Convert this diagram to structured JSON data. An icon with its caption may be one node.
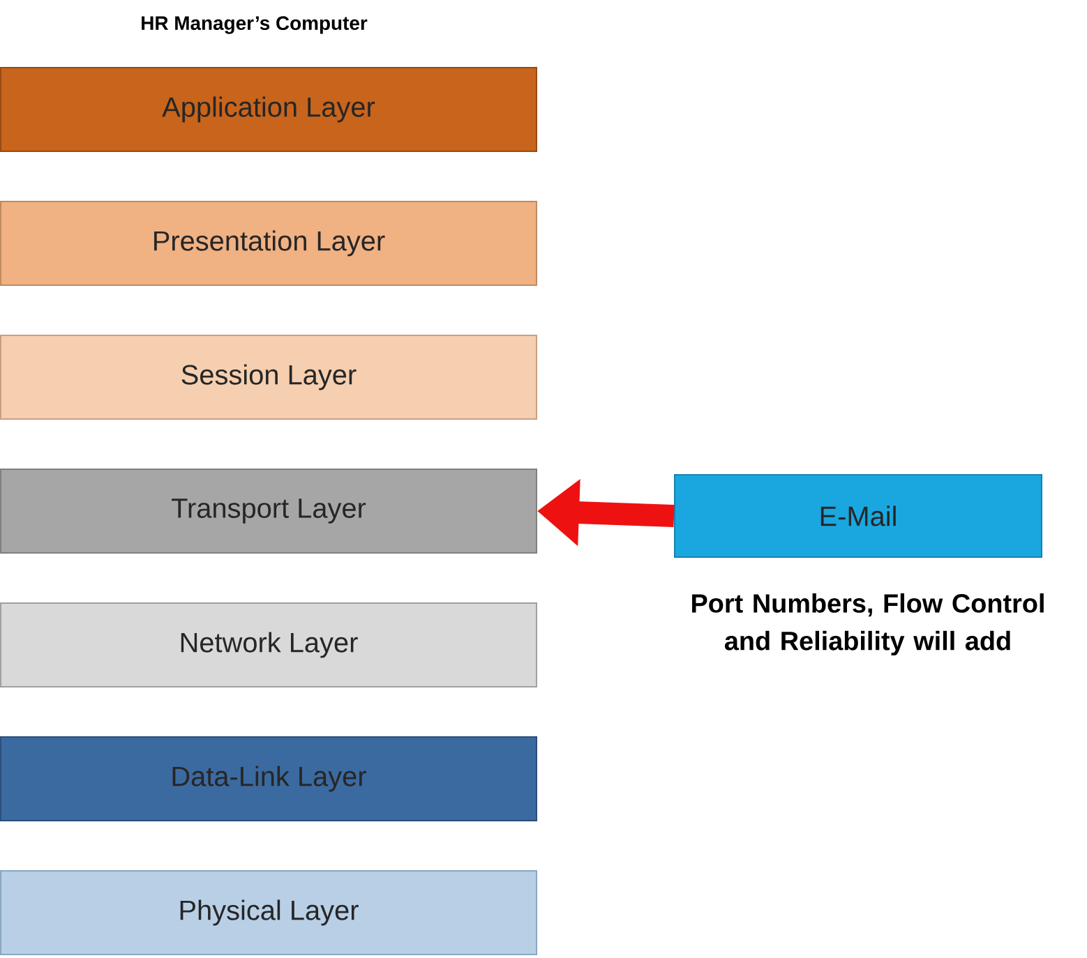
{
  "diagram": {
    "title": "HR Manager’s Computer",
    "nodes": [
      {
        "text": [
          "Application Layer"
        ]
      },
      {
        "text": [
          "Presentation Layer"
        ]
      },
      {
        "text": [
          "Session Layer"
        ]
      },
      {
        "text": [
          "Transport Layer"
        ]
      },
      {
        "text": [
          "Network Layer"
        ]
      },
      {
        "text": [
          "Data-Link Layer"
        ]
      },
      {
        "text": [
          "Physical Layer"
        ]
      },
      {
        "text": [
          "E-Mail"
        ]
      }
    ],
    "edges": [
      {
        "from": 7,
        "to": 3,
        "arrow": "to"
      }
    ],
    "labels": [
      "Port Numbers, Flow Control and Reliability will add"
    ]
  }
}
